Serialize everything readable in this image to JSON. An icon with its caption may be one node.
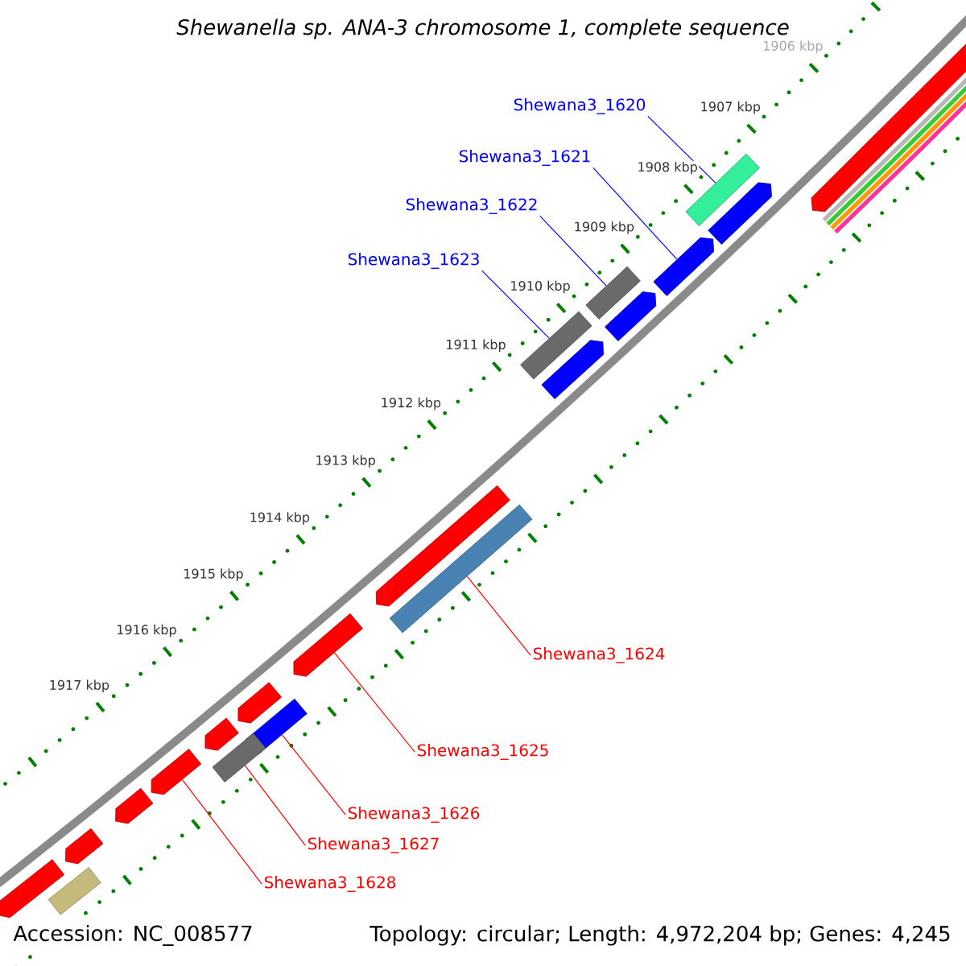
{
  "diagram": {
    "title": "Shewanella sp. ANA-3 chromosome 1, complete sequence",
    "nodes": [
      {
        "text": [
          "Shewana3_1620"
        ]
      },
      {
        "text": [
          "Shewana3_1621"
        ]
      },
      {
        "text": [
          "Shewana3_1622"
        ]
      },
      {
        "text": [
          "Shewana3_1623"
        ]
      },
      {
        "text": [
          "Shewana3_1624"
        ]
      },
      {
        "text": [
          "Shewana3_1625"
        ]
      },
      {
        "text": [
          "Shewana3_1626"
        ]
      },
      {
        "text": [
          "Shewana3_1627"
        ]
      },
      {
        "text": [
          "Shewana3_1628"
        ]
      },
      {
        "text": [],
        "shape": "box"
      },
      {
        "text": [],
        "shape": "pentagon"
      },
      {
        "text": [],
        "shape": "box"
      },
      {
        "text": [],
        "shape": "box"
      },
      {
        "text": [],
        "shape": "box"
      },
      {
        "text": [],
        "shape": "pentagon"
      },
      {
        "text": [],
        "shape": "box"
      },
      {
        "text": [],
        "shape": "box"
      },
      {
        "text": [],
        "shape": "pentagon"
      },
      {
        "text": [],
        "shape": "pentagon"
      },
      {
        "text": [],
        "shape": "pentagon"
      },
      {
        "text": [],
        "shape": "pentagon"
      },
      {
        "text": [],
        "shape": "pentagon"
      },
      {
        "text": [],
        "shape": "pentagon"
      },
      {
        "text": [],
        "shape": "pentagon"
      },
      {
        "text": [],
        "shape": "pentagon"
      },
      {
        "text": [],
        "shape": "pentagon"
      },
      {
        "text": [],
        "shape": "pentagon"
      },
      {
        "text": [],
        "shape": "pentagon"
      },
      {
        "text": [],
        "shape": "box"
      }
    ],
    "edges": [
      {
        "from": 0,
        "to": 9,
        "arrow": "none",
        "color": "#0000ff"
      },
      {
        "from": 1,
        "to": 10,
        "arrow": "none",
        "color": "#0000ff"
      },
      {
        "from": 2,
        "to": 11,
        "arrow": "none",
        "color": "#0000ff"
      },
      {
        "from": 3,
        "to": 12,
        "arrow": "none",
        "color": "#0000ff"
      },
      {
        "from": 4,
        "to": 13,
        "arrow": "none"
      },
      {
        "from": 5,
        "to": 14,
        "arrow": "none"
      },
      {
        "from": 6,
        "to": 15,
        "arrow": "none"
      },
      {
        "from": 7,
        "to": 16,
        "arrow": "none"
      },
      {
        "from": 8,
        "to": 17,
        "arrow": "none"
      }
    ],
    "labels": [
      "1906 kbp",
      "1907 kbp",
      "1908 kbp",
      "1909 kbp",
      "1910 kbp",
      "1911 kbp",
      "1912 kbp",
      "1913 kbp",
      "1914 kbp",
      "1915 kbp",
      "1916 kbp",
      "1917 kbp",
      "Accession: NC_008577",
      "Topology: circular; Length: 4,972,204 bp; Genes: 4,245"
    ]
  }
}
